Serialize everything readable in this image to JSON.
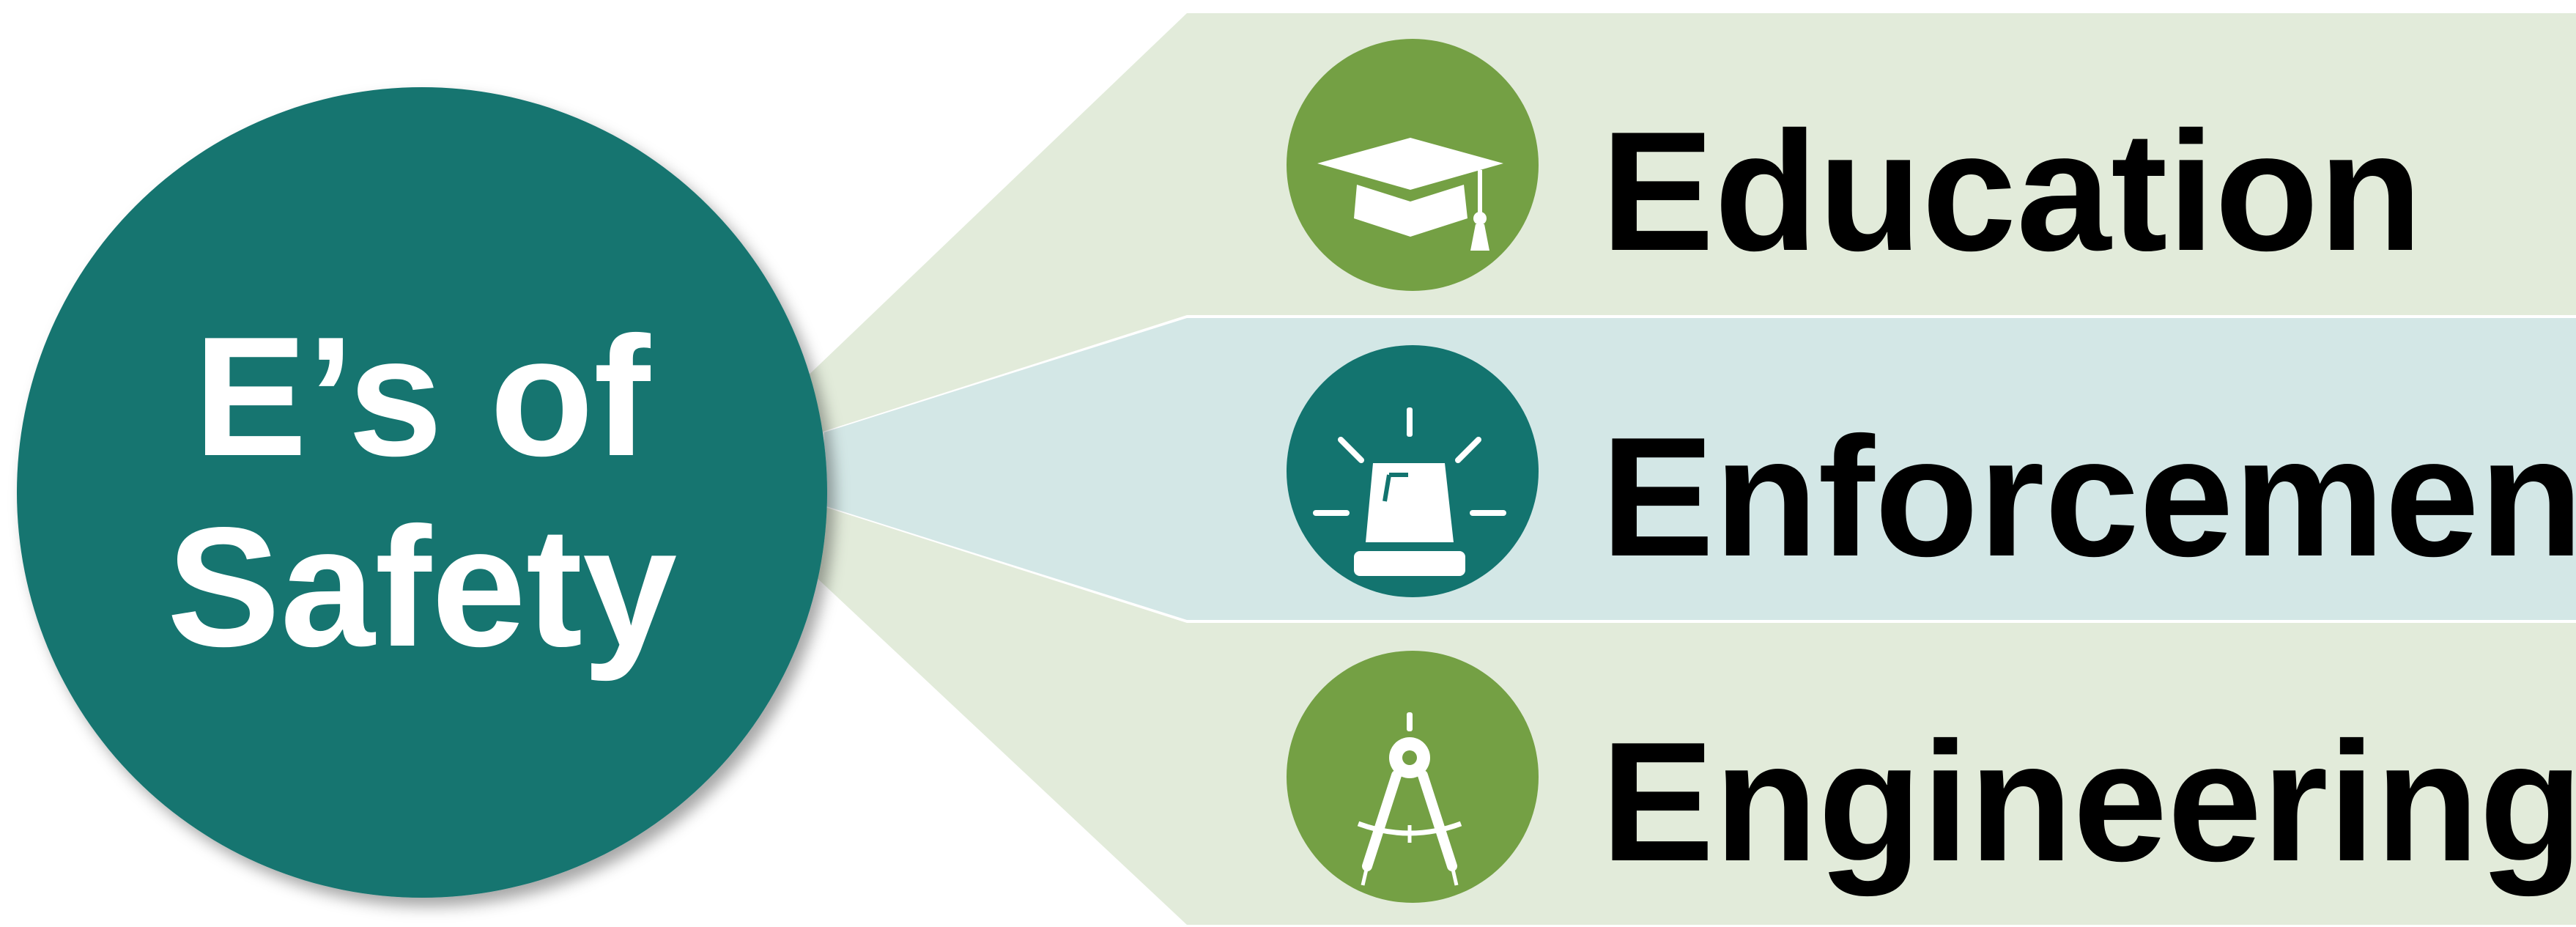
{
  "hub": {
    "line1": "E’s of",
    "line2": "Safety",
    "color": "#13746F"
  },
  "items": [
    {
      "label": "Education",
      "icon": "graduation-cap-icon",
      "circle_color": "#74A044",
      "band_color": "#E2EBDA"
    },
    {
      "label": "Enforcement",
      "icon": "police-siren-icon",
      "circle_color": "#13746F",
      "band_color": "#D3E7E6"
    },
    {
      "label": "Engineering",
      "icon": "drafting-compass-icon",
      "circle_color": "#74A044",
      "band_color": "#E2EBDA"
    }
  ]
}
